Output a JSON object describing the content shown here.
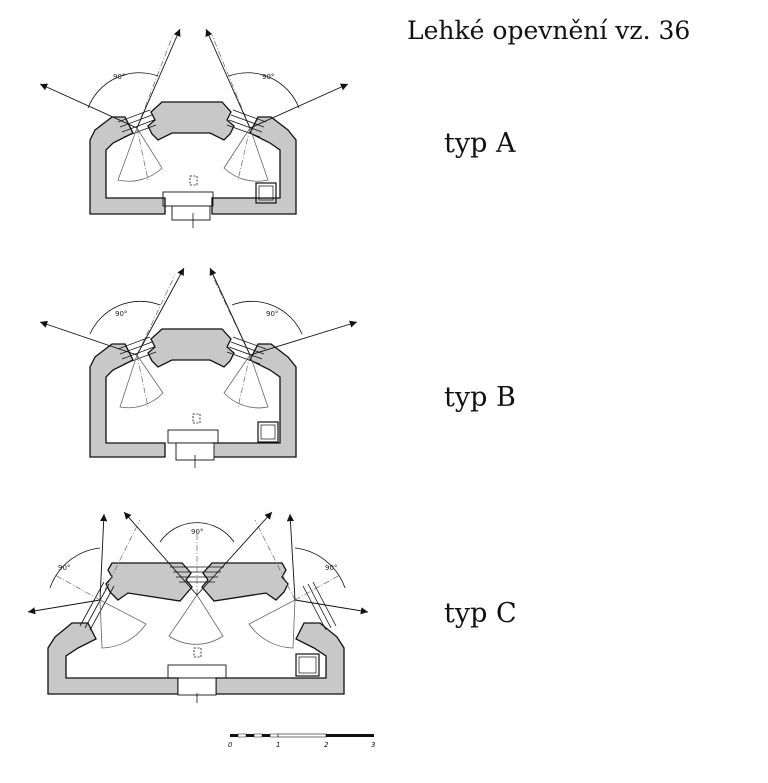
{
  "title": "Lehké opevnění vz. 36",
  "types": [
    {
      "label": "typ A",
      "angle_label": "90°"
    },
    {
      "label": "typ B",
      "angle_label": "90°"
    },
    {
      "label": "typ C",
      "angle_label": "90°"
    }
  ],
  "scale": {
    "ticks": [
      "0",
      "1",
      "2",
      "3"
    ]
  },
  "colors": {
    "wall_fill": "#c8c8c8",
    "line": "#111111",
    "background": "#ffffff"
  }
}
